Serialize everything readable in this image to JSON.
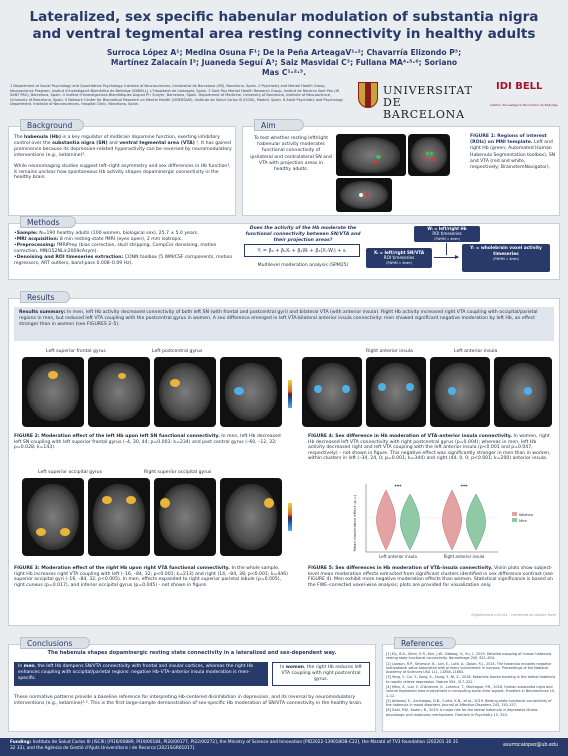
{
  "header": {
    "title": "Lateralized, sex specific habenular modulation of substantia nigra and ventral tegmental area resting connectivity in healthy adults",
    "authors": "Surroca López A¹; Medina Osuna F¹; De la Peña ArteagaV¹·²; Chavarría Elizondo P³; Martínez Zalacaín I³; Juaneda Seguí A³; Saiz Masvidal C³; Fullana MA⁴·⁵·⁶; Soriano Mas C¹·²·³.",
    "affiliations": "1 Department of Social Psychology and Quantitative Psychology. Institute of Neurosciences, Universitat de Barcelona (UB), Barcelona, Spain. 2 Psychiatry and Mental Health Group, Neuroscience Program, Institut d'Investigació Biomèdica de Bellvitge (IDIBELL), L'Hospitalet de Llobregat, Spain. 3 Sant Pau Mental Health Research Group, Institut de Recerca Sant Pau (IR SANT PAU), Barcelona, Spain. 4 Institut d'Investigacions Biomèdiques August Pi i Sunyer, Barcelona, Spain. Department of Medicine, University of Barcelona, Institute of Neuroscience, University of Barcelona, Spain. 5 Network Center for Biomedical Research on Mental Health (CIBERSAM), Instituto de Salud Carlos III (ISCIII), Madrid, Spain. 6 Adult Psychiatry and Psychology Department, Institute of Neurosciences, Hospital Clínic, Barcelona, Spain.",
    "logo_ub": "UNIVERSITAT DE BARCELONA",
    "logo_idibell_mark": "IDI BELL",
    "logo_idibell_sub": "Institut d'Investigació Biomèdica de Bellvitge"
  },
  "background": {
    "heading": "Background",
    "p1_a": "The ",
    "p1_b": "habenula (Hb)",
    "p1_c": " is a key regulator of midbrain dopamine function, exerting inhibitory control over the ",
    "p1_d": "substantia nigra (SN)",
    "p1_e": " and ",
    "p1_f": "ventral tegmental area (VTA)",
    "p1_g": " ¹. It has gained prominence because its depression-related hyperactivity can be reversed by neuromodulatory interventions (e.g., ketamine)².",
    "p2": "While neuroimaging studies suggest left–right asymmetry and sex differences in Hb function³, it remains unclear how spontaneous Hb activity shapes dopaminergic connectivity in the healthy brain."
  },
  "aim": {
    "heading": "Aim",
    "text": "To test whether resting left/right habenular activity moderates functional connectivity of ipsilateral and contralateral SN and VTA with projection areas in healthy adults.",
    "figure_caption_b": "FIGURE 1: Regions of interest (ROIs) on MNI template.",
    "figure_caption": " Left and right Hb (green; Automated Human Habenula Segmentation toolbox), SN and VTA (red and white, respectively; BrainstemNavigator)."
  },
  "methods": {
    "heading": "Methods",
    "items": [
      {
        "label": "Sample:",
        "text": " N=190 healthy adults (100 women, biological sex), 25.7 ± 5.0 years."
      },
      {
        "label": "MRI acquisition:",
        "text": " 8 min resting-state fMRI (eyes open), 2 mm isotropic."
      },
      {
        "label": "Preprocessing:",
        "text": " fMRIPrep (bias correction, skull stripping, CompCor denoising, motion correction, MNI152NLin2009cAsym)."
      },
      {
        "label": "Denoising and ROI timeseries extraction:",
        "text": " CONN toolbox (5 WM/CSF components, motion regressors, ART outliers, band-pass 0.008–0.09 Hz)."
      }
    ],
    "question": "Does the activity of the Hb moderate the functional connectivity between SN/VTA and their projection areas?",
    "equation": "Yᵢ = β₀ + β₁Xᵢ + β₂Wᵢ + β₃(Xᵢ·Wᵢ) + εᵢ",
    "equation_caption": "Multilevel moderation analysis (SPM25)",
    "flow_w_title": "Wᵢ = left/right Hb",
    "flow_w_sub1": "ROI timeseries",
    "flow_w_sub2": "(FWHM = 4mm)",
    "flow_x_title": "Xᵢ = left/right SN/VTA",
    "flow_x_sub1": "ROI timeseries",
    "flow_x_sub2": "(FWHM = 4mm)",
    "flow_y_title": "Yᵢ = wholebrain voxel activity timeseries",
    "flow_y_sub": "(FWHM = 4mm)"
  },
  "results": {
    "heading": "Results",
    "summary_b": "Results summary:",
    "summary": " In men, left Hb activity decreased connectivity of both left SN (with frontal and postcentral gyri) and bilateral VTA (with anterior insula). Right Hb activity increased right VTA coupling with occipital/parietal regions in men, but reduced left VTA coupling with the postcentral gyrus in women. A sex difference emerged in left VTA-bilateral anterior insula connectivity: men showed significant negative moderation by left Hb, an effect stronger than in women (see FIGURES 2–5).",
    "fig2_labels": [
      "Left superior frontal gyrus",
      "Left postcentral gyrus"
    ],
    "fig2_caption_b": "FIGURE 2: Moderation effect of the left Hb upon left SN functional connectivity.",
    "fig2_caption": " In men, left Hb decreased left SN coupling with left superior frontal gyrus (–4, 30, 44; p=0.003; k=234) and post central gyrus (–60, –12, 32; p=0.028; k=143).",
    "fig3_labels": [
      "Left superior occipital gyrus",
      "Right superior occipital gyrus"
    ],
    "fig3_caption_b": "FIGURE 3: Moderation effect of the right Hb upon right VTA functional connectivity.",
    "fig3_caption": " In the whole sample, right Hb increases right VTA coupling with left (–16, –84, 32; p<0.001; k=213) and right (14, –84, 38; p<0.001; k=446) superior occipital gyri (–16, –84, 32; p<0.005). In men, effects expanded to right superior parietal lobule (p=0.005), right cuneus (p=0.017), and inferior occipital gyrus (p=0.045) - not shown in figure.",
    "fig4_labels": [
      "Right anterior insula",
      "Left anterior insula"
    ],
    "fig4_caption_b": "FIGURE 4: Sex difference in Hb moderation of VTA-anterior insula connectivity.",
    "fig4_caption": " In women, right Hb decreased left VTA connectivity with right postcentral gyrus (p=0.004); whereas in men, left Hb activity decreased right and left VTA coupling with the left anterior insula (p<0.001 and p=0.047, respectively) – not shown in figure. This negative effect was significantly stronger in men than in women, within clusters in left (–34, 24, 0; p=0.001; k=344) and right (44, 0, 0; p<0.001; k=200) anterior insula.",
    "fig5_ylabel": "Mean moderation effect (a.u.)",
    "fig5_xlabels": [
      "Left anterior insula",
      "Right anterior insula"
    ],
    "fig5_legend": [
      "Women",
      "Men"
    ],
    "fig5_sig": [
      "***",
      "***"
    ],
    "fig5_caption_b": "FIGURE 5: Sex differences in Hb moderation of VTA–insula connectivity.",
    "fig5_caption": " Violin plots show subject-level mean moderation effects extracted from significant clusters identified in sex difference contrast (see FIGURE 4). Men exhibit more negative moderation effects than women. Statistical significance is based on the FWE–corrected voxel-wise analysis; plots are provided for visualization only.",
    "footnote": "Significance p<0.05 · corrected at cluster level"
  },
  "conclusions": {
    "heading": "Conclusions",
    "lead": "The habenula shapes dopaminergic resting state connectivity in a lateralized and sex-dependent way.",
    "men_a": "In ",
    "men_b": "men",
    "men_c": ", the left Hb dampens SN/VTA connectivity with frontal and insular cortices, whereas the right Hb enhances coupling with occipital/parietal regions: negative Hb–VTA–anterior insula moderation is men-specific.",
    "women_a": "In ",
    "women_b": "women",
    "women_c": ", the right Hb reduces left VTA coupling with right postcentral gyrus.",
    "closing": "These normative patterns provide a baseline reference for interpreting Hb-centered disinhibition in depression, and its reversal by neuromodulatory interventions (e.g., ketamine)²·³. This is the first large-sample demonstration of sex-specific Hb moderation of SN/VTA connectivity in the healthy brain."
  },
  "references": {
    "heading": "References",
    "items": [
      "[1] Ely, B.A., Stern, E.R., Kim, J.W., Gabbay, V., Xu, J., 2019. Detailed mapping of human habenula resting state functional connectivity. NeuroImage 200, 621–634.",
      "[2] Lawson, R.P., Seymour, B., Loh, E., Lutti, A., Dolan, R.J., 2014. The habenula encodes negative motivational value associated with primary punishment in humans. Proceedings of the National Academy of Sciences USA 111, 11858–11863.",
      "[3] Yang, Y., Cui, Y., Sang, K., Dong, Y., Ni, Z., 2018. Ketamine blocks bursting in the lateral habenula to rapidly relieve depression. Nature 554, 317–322.",
      "[4] Hétu, S., Luo, Y., D'Ardenne, K., Lohrenz, T., Montague, P.R., 2016. Human substantia nigra and ventral tegmental area involvement in computing social error signals. Frontiers in Neuroscience 10, 1–12.",
      "[5] Ambrosi, E., Arciniegas, D.B., Curtis, K.N., et al., 2019. Resting-state functional connectivity of the habenula in mood disorders. Journal of Affective Disorders 243, 150–157.",
      "[6] Gold, P.W., Kadriu, B., 2019. A major role for the lateral habenula in depressive illness: physiologic and molecular mechanisms. Frontiers in Psychiatry 10, 320."
    ]
  },
  "footer": {
    "funding_b": "Funding:",
    "funding": " Instituto de Salud Carlos III (ISCIII) [PI16/00889, PI19/00184, PI20/00177, PI22/00272], the Ministry of Science and Innovation [PID2022-139018OB-C22], the Marató of TV3 foundation (202201 30 31 32 33), and the Agència de Gestió d'Ajuts Universitaris i de Recerca [2021SGR01017].",
    "email": "asurrocalopez@ub.edu"
  },
  "colors": {
    "navy": "#283a69",
    "accent_red": "#a3142d",
    "panel_header": "#dbe1e7"
  }
}
